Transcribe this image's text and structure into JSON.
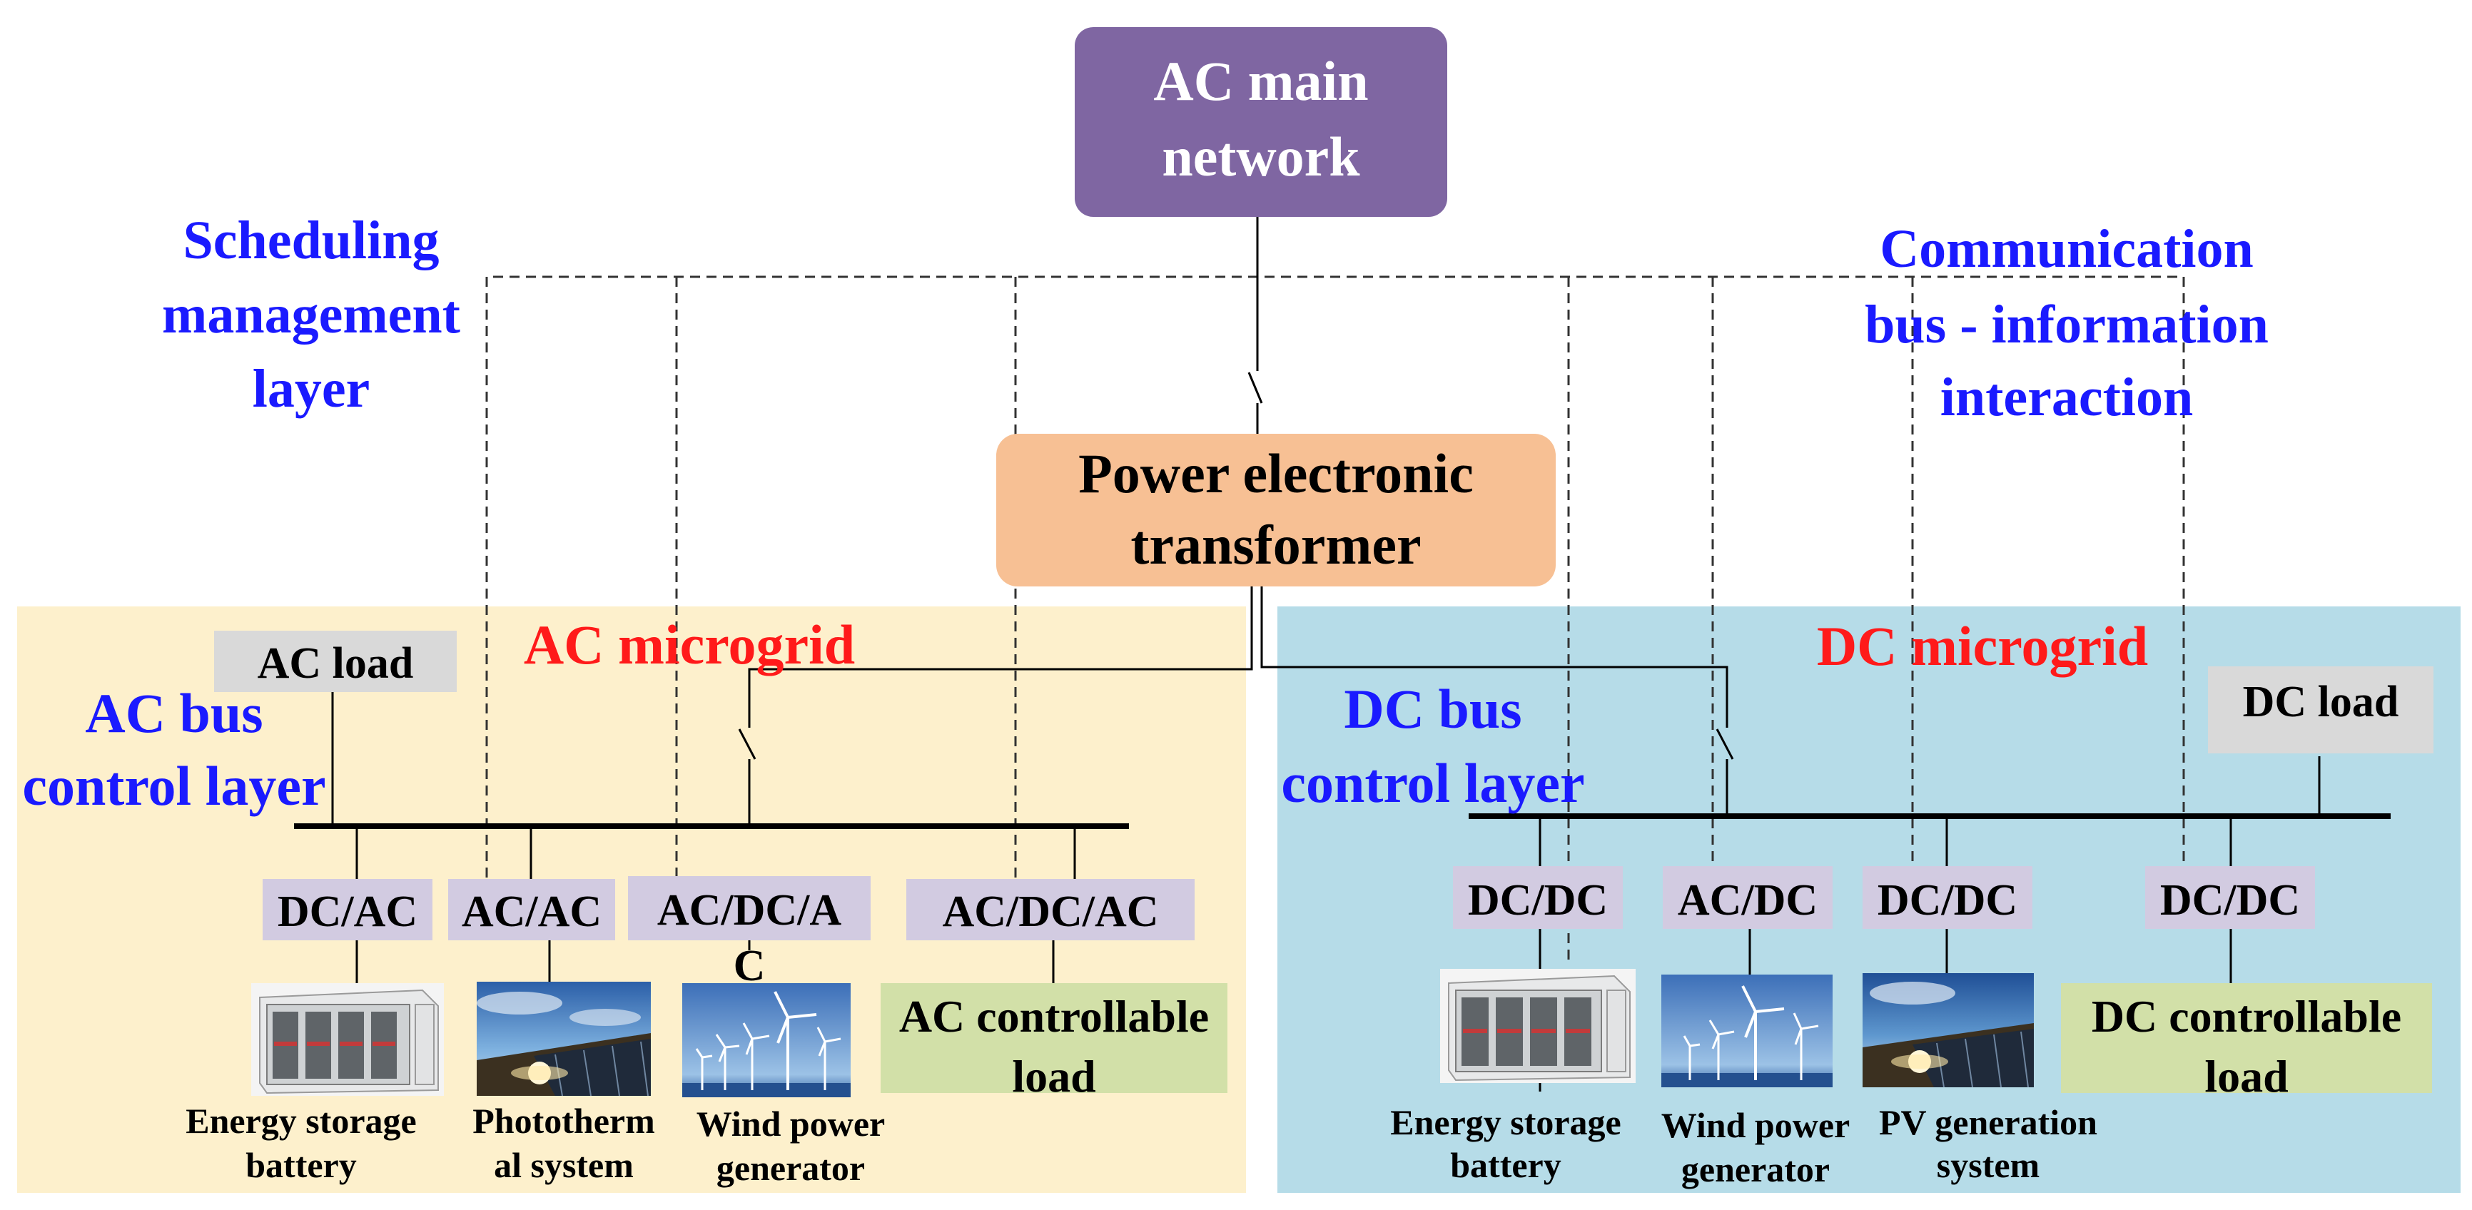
{
  "colors": {
    "ac_region": "#fdf0cc",
    "dc_region": "#b6dce8",
    "ac_main_box": "#7f66a2",
    "pet_box": "#f7c094",
    "converter_box": "#d2cbe1",
    "load_box_gray": "#d9d9d9",
    "controllable_load_box": "#d2e0a8",
    "layer_label": "#1a1aff",
    "microgrid_label": "#ff1a1a"
  },
  "labels": {
    "ac_main_network_line1": "AC main",
    "ac_main_network_line2": "network",
    "pet_line1": "Power electronic",
    "pet_line2": "transformer",
    "scheduling_line1": "Scheduling",
    "scheduling_line2": "management",
    "scheduling_line3": "layer",
    "comm_line1": "Communication",
    "comm_line2": "bus - information",
    "comm_line3": "interaction",
    "ac_microgrid": "AC microgrid",
    "dc_microgrid": "DC microgrid",
    "ac_bus_line1": "AC bus",
    "ac_bus_line2": "control layer",
    "dc_bus_line1": "DC bus",
    "dc_bus_line2": "control layer"
  },
  "ac_side": {
    "load": "AC load",
    "converters": [
      "DC/AC",
      "AC/AC",
      "AC/DC/A",
      "AC/DC/AC"
    ],
    "converter_overflow": "C",
    "controllable_load_line1": "AC controllable",
    "controllable_load_line2": "load",
    "devices": [
      {
        "line1": "Energy storage",
        "line2": "battery",
        "icon": "battery-cabinet-icon"
      },
      {
        "line1": "Phototherm",
        "line2": "al system",
        "icon": "solar-panel-icon"
      },
      {
        "line1": "Wind power",
        "line2": "generator",
        "icon": "wind-turbine-icon"
      }
    ]
  },
  "dc_side": {
    "load": "DC load",
    "converters": [
      "DC/DC",
      "AC/DC",
      "DC/DC",
      "DC/DC"
    ],
    "controllable_load_line1": "DC controllable",
    "controllable_load_line2": "load",
    "devices": [
      {
        "line1": "Energy storage",
        "line2": "battery",
        "icon": "battery-cabinet-icon"
      },
      {
        "line1": "Wind power",
        "line2": "generator",
        "icon": "wind-turbine-icon"
      },
      {
        "line1": "PV generation",
        "line2": "system",
        "icon": "solar-panel-icon"
      }
    ]
  }
}
